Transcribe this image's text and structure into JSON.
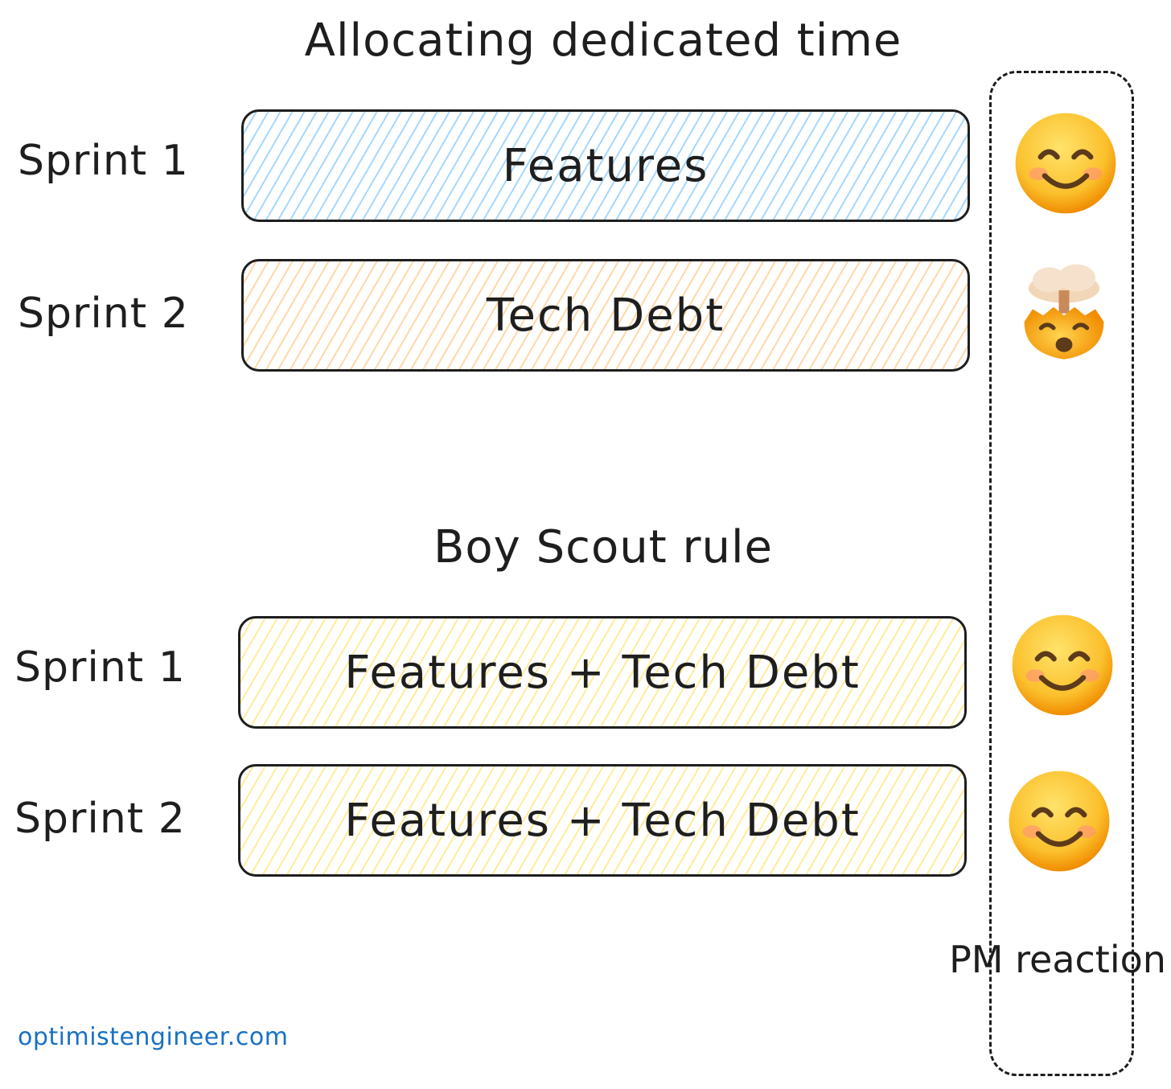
{
  "sections": [
    {
      "title": "Allocating dedicated time",
      "rows": [
        {
          "sprint": "Sprint 1",
          "bar": "Features",
          "reaction": "smiling-face"
        },
        {
          "sprint": "Sprint 2",
          "bar": "Tech Debt",
          "reaction": "exploding-head"
        }
      ]
    },
    {
      "title": "Boy Scout rule",
      "rows": [
        {
          "sprint": "Sprint 1",
          "bar": "Features + Tech Debt",
          "reaction": "smiling-face"
        },
        {
          "sprint": "Sprint 2",
          "bar": "Features + Tech Debt",
          "reaction": "smiling-face"
        }
      ]
    }
  ],
  "column_label": "PM reaction",
  "footer": "optimistengineer.com",
  "colors": {
    "features": "#a5d8ff",
    "tech_debt": "#ffd8a8",
    "combined": "#ffec99",
    "footer": "#1971c2"
  }
}
